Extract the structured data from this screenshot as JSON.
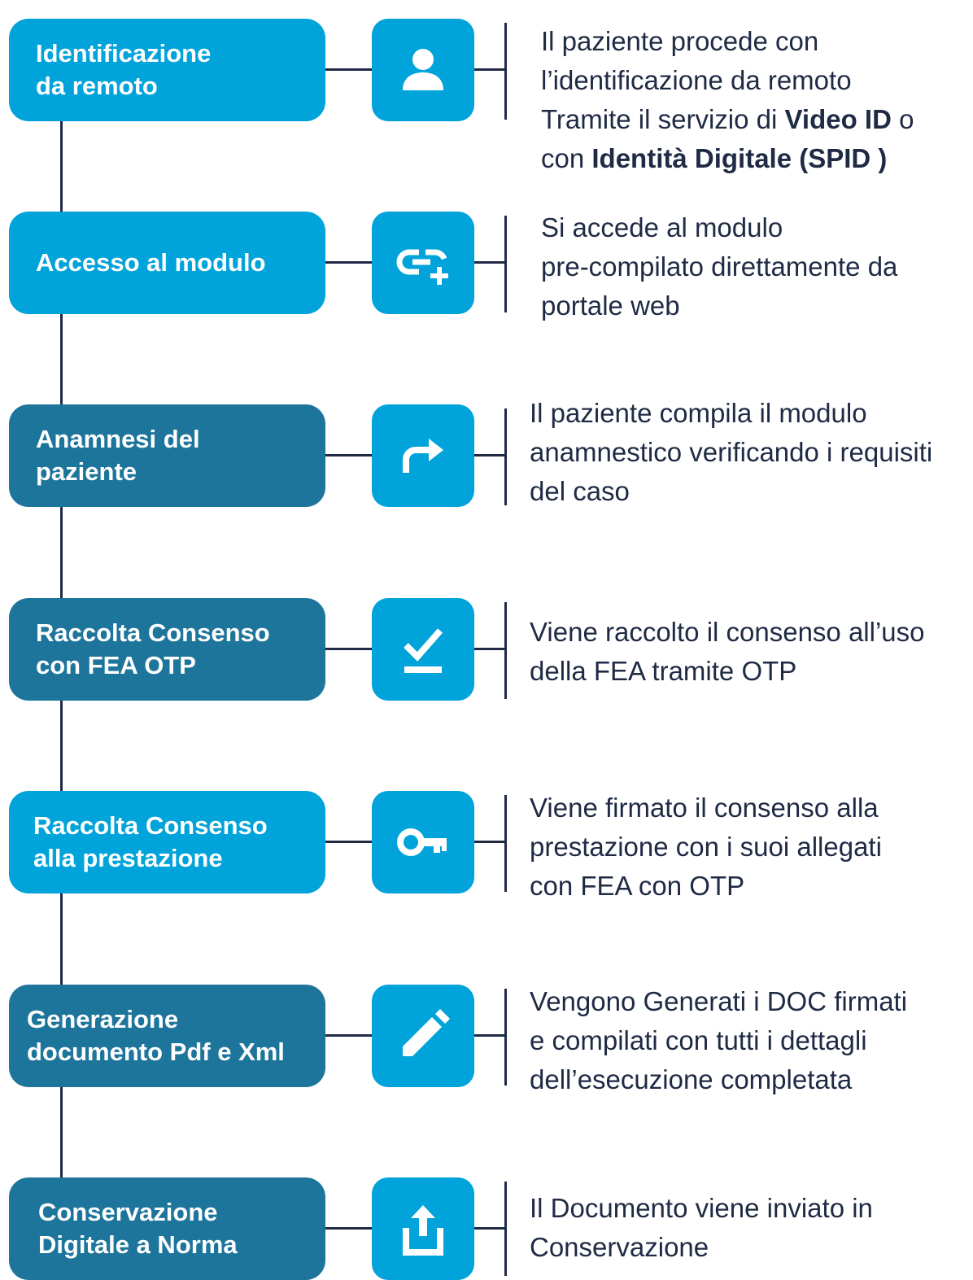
{
  "steps": [
    {
      "label": "Identificazione\nda remoto",
      "icon": "person-icon",
      "desc": [
        "Il paziente procede con",
        "l’identificazione da remoto",
        [
          {
            "t": "Tramite il servizio di "
          },
          {
            "t": "Video ID",
            "b": true
          },
          {
            "t": " o"
          }
        ],
        [
          {
            "t": "con "
          },
          {
            "t": "Identità Digitale (SPID )",
            "b": true
          }
        ]
      ]
    },
    {
      "label": "Accesso al modulo",
      "icon": "add-link-icon",
      "desc": [
        "Si accede al modulo",
        "pre-compilato direttamente da",
        "portale web"
      ]
    },
    {
      "label": "Anamnesi del\npaziente",
      "icon": "forward-arrow-icon",
      "desc": [
        "Il paziente compila il modulo",
        "anamnestico verificando i requisiti",
        "del caso"
      ]
    },
    {
      "label": "Raccolta Consenso\ncon FEA OTP",
      "icon": "checkmark-underline-icon",
      "desc": [
        "Viene raccolto il consenso all’uso",
        "della FEA tramite OTP"
      ]
    },
    {
      "label": "Raccolta Consenso\nalla prestazione",
      "icon": "key-icon",
      "desc": [
        "Viene firmato il consenso alla",
        "prestazione con i suoi allegati",
        "con FEA con OTP"
      ]
    },
    {
      "label": "Generazione\ndocumento Pdf e Xml",
      "icon": "pencil-icon",
      "desc": [
        "Vengono Generati i DOC firmati",
        "e compilati con tutti i dettagli",
        "dell’esecuzione completata"
      ]
    },
    {
      "label": "Conservazione\nDigitale a Norma",
      "icon": "upload-icon",
      "desc": [
        "Il Documento viene inviato in",
        "Conservazione"
      ]
    }
  ],
  "colors": {
    "light_blue": "#00a3da",
    "dark_blue": "#1d759c",
    "navy_text": "#1f2a44",
    "white": "#ffffff"
  }
}
